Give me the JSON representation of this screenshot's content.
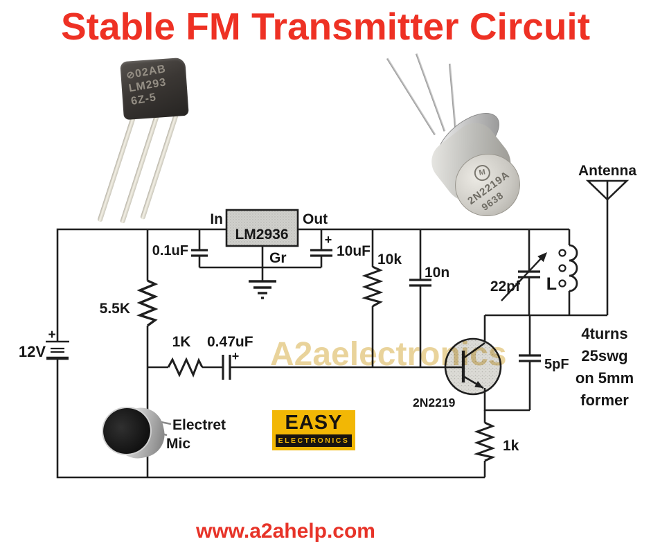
{
  "title": "Stable FM Transmitter Circuit",
  "footer": {
    "website": "www.a2ahelp.com"
  },
  "watermark": "A2aelectronics",
  "logo": {
    "line1": "EASY",
    "line2": "ELECTRONICS"
  },
  "photos": {
    "to92": {
      "logo_glyph": "⊘",
      "line1": "02AB",
      "line2": "LM293",
      "line3": "6Z-5"
    },
    "can": {
      "logo_letter": "M",
      "line1": "2N2219A",
      "line2": "9638"
    }
  },
  "schematic": {
    "labels": {
      "supply": "12V",
      "plus": "+",
      "r_base_pullup": "5.5K",
      "c_input": "0.1uF",
      "reg_in": "In",
      "reg_name": "LM2936",
      "reg_out": "Out",
      "reg_gnd": "Gr",
      "c_output": "10uF",
      "r_collector_feed": "10k",
      "c_decouple": "10n",
      "c_tank_variable": "22pf",
      "inductor": "L",
      "antenna": "Antenna",
      "r_mic": "1K",
      "c_coupling": "0.47uF",
      "transistor": "2N2219",
      "c_feedback": "5pF",
      "r_emitter": "1k",
      "mic_line1": "Electret",
      "mic_line2": "Mic",
      "coil_note": [
        "4turns",
        "25swg",
        "on 5mm",
        "former"
      ]
    }
  },
  "colors": {
    "accent_red": "#ee3124",
    "logo_yellow": "#f2b705",
    "watermark_tan": "#e9d39b"
  }
}
